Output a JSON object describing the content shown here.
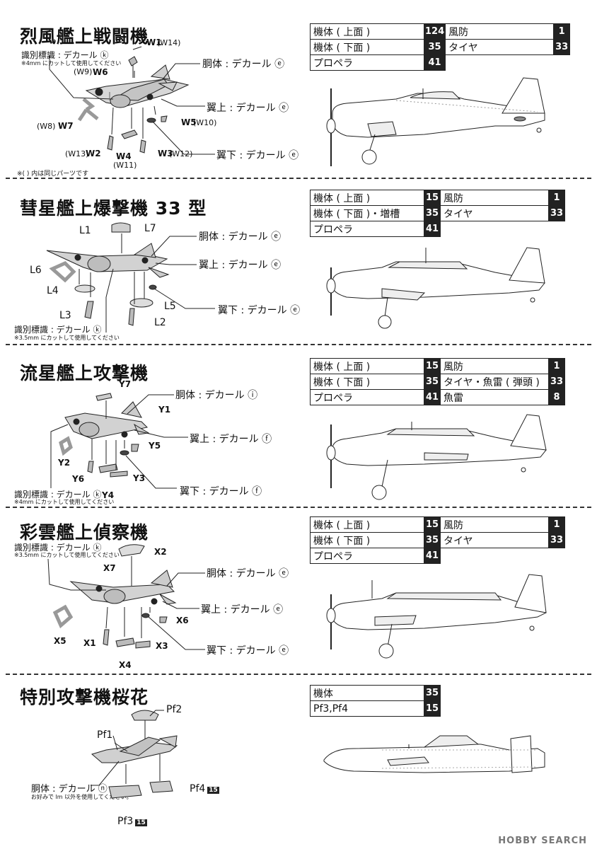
{
  "sections": [
    {
      "title": "烈風艦上戦闘機",
      "colors": [
        [
          {
            "label": "機体 ( 上面 )",
            "num": "124"
          },
          {
            "label": "風防",
            "num": "1"
          }
        ],
        [
          {
            "label": "機体 ( 下面 )",
            "num": "35"
          },
          {
            "label": "タイヤ",
            "num": "33"
          }
        ],
        [
          {
            "label": "プロペラ",
            "num": "41"
          }
        ]
      ],
      "callouts": {
        "fuselage": "胴体 : デカール ⓔ",
        "wing_top": "翼上 : デカール ⓔ",
        "wing_bottom": "翼下 : デカール ⓔ",
        "marking": "識別標識 : デカール ⓚ",
        "marking_note": "※4mm にカットして使用してください"
      },
      "parts": {
        "w1": "W1",
        "w1r": "(W14)",
        "w6": "W6",
        "w6r": "(W9)",
        "w7": "W7",
        "w7r": "(W8)",
        "w5": "W5",
        "w5r": "(W10)",
        "w2": "W2",
        "w2r": "(W13)",
        "w4": "W4",
        "w4r": "(W11)",
        "w3": "W3",
        "w3r": "(W12)"
      },
      "note": "※( ) 内は同じパーツです"
    },
    {
      "title": "彗星艦上爆撃機 33 型",
      "colors": [
        [
          {
            "label": "機体 ( 上面 )",
            "num": "15"
          },
          {
            "label": "風防",
            "num": "1"
          }
        ],
        [
          {
            "label": "機体 ( 下面 )・増槽",
            "num": "35"
          },
          {
            "label": "タイヤ",
            "num": "33"
          }
        ],
        [
          {
            "label": "プロペラ",
            "num": "41"
          }
        ]
      ],
      "callouts": {
        "fuselage": "胴体 : デカール ⓔ",
        "wing_top": "翼上 : デカール ⓔ",
        "wing_bottom": "翼下 : デカール ⓔ",
        "marking": "識別標識 : デカール ⓚ",
        "marking_note": "※3.5mm にカットして使用してください"
      },
      "parts": {
        "l1": "L1",
        "l7": "L7",
        "l6": "L6",
        "l4": "L4",
        "l5": "L5",
        "l3": "L3",
        "l2": "L2"
      }
    },
    {
      "title": "流星艦上攻撃機",
      "colors": [
        [
          {
            "label": "機体 ( 上面 )",
            "num": "15"
          },
          {
            "label": "風防",
            "num": "1"
          }
        ],
        [
          {
            "label": "機体 ( 下面 )",
            "num": "35"
          },
          {
            "label": "タイヤ・魚雷 ( 弾頭 )",
            "num": "33"
          }
        ],
        [
          {
            "label": "プロペラ",
            "num": "41"
          },
          {
            "label": "魚雷",
            "num": "8"
          }
        ]
      ],
      "callouts": {
        "fuselage": "胴体 : デカール ⓘ",
        "wing_top": "翼上 : デカール ⓕ",
        "wing_bottom": "翼下 : デカール ⓕ",
        "marking": "識別標識 : デカール ⓚ",
        "marking_note": "※4mm にカットして使用してください"
      },
      "parts": {
        "y7": "Y7",
        "y1": "Y1",
        "y5": "Y5",
        "y2": "Y2",
        "y6": "Y6",
        "y3": "Y3",
        "y4": "Y4"
      }
    },
    {
      "title": "彩雲艦上偵察機",
      "colors": [
        [
          {
            "label": "機体 ( 上面 )",
            "num": "15"
          },
          {
            "label": "風防",
            "num": "1"
          }
        ],
        [
          {
            "label": "機体 ( 下面 )",
            "num": "35"
          },
          {
            "label": "タイヤ",
            "num": "33"
          }
        ],
        [
          {
            "label": "プロペラ",
            "num": "41"
          }
        ]
      ],
      "callouts": {
        "fuselage": "胴体 : デカール ⓔ",
        "wing_top": "翼上 : デカール ⓔ",
        "wing_bottom": "翼下 : デカール ⓔ",
        "marking": "識別標識 : デカール ⓚ",
        "marking_note": "※3.5mm にカットして使用してください"
      },
      "parts": {
        "x2": "X2",
        "x7": "X7",
        "x6": "X6",
        "x5": "X5",
        "x1": "X1",
        "x3": "X3",
        "x4": "X4"
      }
    },
    {
      "title": "特別攻撃機桜花",
      "colors": [
        [
          {
            "label": "機体",
            "num": "35"
          }
        ],
        [
          {
            "label": "Pf3,Pf4",
            "num": "15"
          }
        ]
      ],
      "callouts": {
        "fuselage": "胴体 : デカール ⓝ",
        "fuselage_note": "お好みで lm 以外を使用してください。"
      },
      "parts": {
        "pf2": "Pf2",
        "pf1": "Pf1",
        "pf4": "Pf4",
        "pf3": "Pf3",
        "chip": "15"
      }
    }
  ],
  "watermark": "HOBBY SEARCH"
}
